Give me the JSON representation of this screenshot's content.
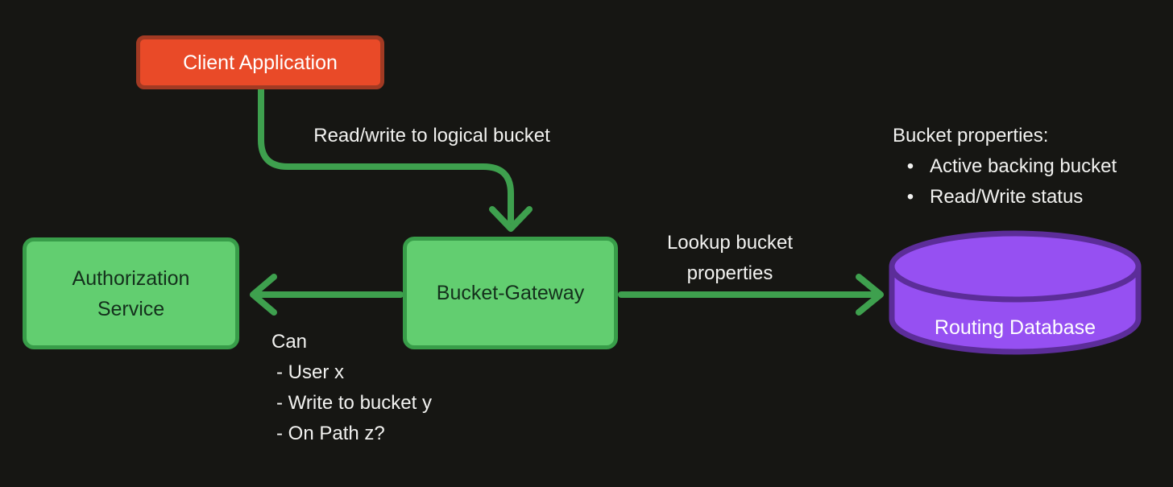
{
  "canvas": {
    "background": "#161613"
  },
  "colors": {
    "arrow": "#3EA04E",
    "node_green_fill": "#62CE70",
    "node_green_border": "#389D49",
    "node_red_fill": "#E94A28",
    "node_red_border": "#A23A23",
    "db_fill": "#9650F2",
    "db_border": "#5C2D99",
    "text_light": "#F2F2F0",
    "text_dark": "#14301C"
  },
  "nodes": {
    "client_application": {
      "label": "Client Application"
    },
    "authorization_service": {
      "line1": "Authorization",
      "line2": "Service"
    },
    "bucket_gateway": {
      "label": "Bucket-Gateway"
    },
    "routing_database": {
      "label": "Routing Database"
    }
  },
  "edges": {
    "client_to_gateway": {
      "label": "Read/write to logical bucket"
    },
    "gateway_to_auth": {
      "title": "Can",
      "items": [
        "- User x",
        "- Write to bucket y",
        "- On Path z?"
      ]
    },
    "gateway_to_db": {
      "line1": "Lookup bucket",
      "line2": "properties"
    }
  },
  "annotations": {
    "bucket_properties": {
      "title": "Bucket properties:",
      "bullet": "•",
      "items": [
        "Active backing bucket",
        "Read/Write status"
      ]
    }
  }
}
